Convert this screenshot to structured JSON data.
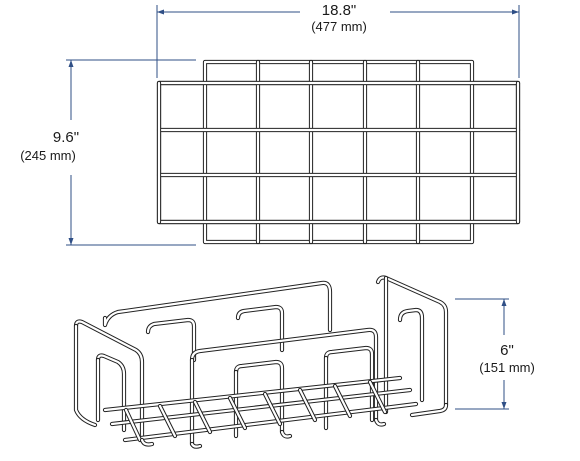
{
  "dimensions": {
    "width": {
      "imperial": "18.8\"",
      "metric": "(477 mm)"
    },
    "depth": {
      "imperial": "9.6\"",
      "metric": "(245 mm)"
    },
    "height": {
      "imperial": "6\"",
      "metric": "(151 mm)"
    }
  },
  "colors": {
    "dimension_line": "#2f4f86",
    "wire": "#222222",
    "background": "#ffffff"
  }
}
